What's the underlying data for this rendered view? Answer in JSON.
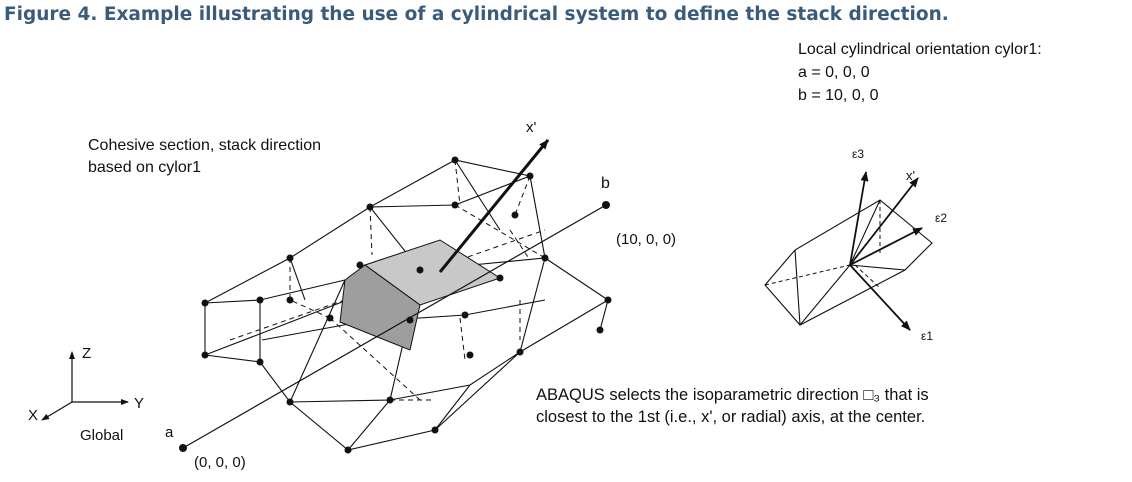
{
  "caption": "Figure 4. Example illustrating the use of a cylindrical system to define the stack direction.",
  "orientation": {
    "title": "Local cylindrical orientation ",
    "name": "cylor1:",
    "a_line": "a = 0, 0, 0",
    "b_line": "b = 10, 0, 0"
  },
  "section": {
    "line1": "Cohesive section, stack direction",
    "line2_prefix": "based on ",
    "line2_name": "cylor1"
  },
  "points": {
    "a_label": "a",
    "a_coords": "(0, 0, 0)",
    "b_label": "b",
    "b_coords": "(10, 0, 0)",
    "x_prime": "x'"
  },
  "global_axes": {
    "z": "Z",
    "y": "Y",
    "x": "X",
    "label": "Global"
  },
  "inset": {
    "e1": "ε1",
    "e2": "ε2",
    "e3": "ε3",
    "x_prime": "x'"
  },
  "note": {
    "line1": "ABAQUS selects the isoparametric direction □₃ that is",
    "line2": "closest to the 1st (i.e., x', or radial) axis, at the center."
  }
}
